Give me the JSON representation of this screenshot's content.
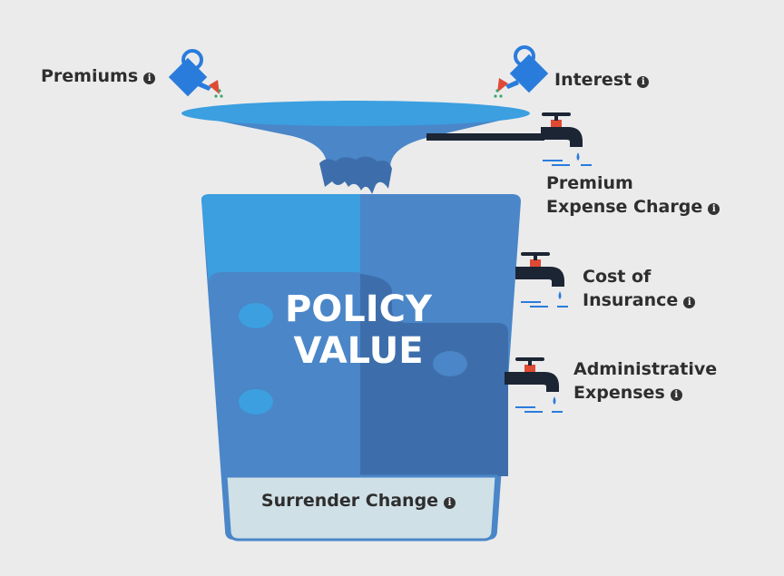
{
  "diagram": {
    "inflows": {
      "premiums": "Premiums",
      "interest": "Interest"
    },
    "center": {
      "line1": "POLICY",
      "line2": "VALUE"
    },
    "outflows": {
      "premium_expense_line1": "Premium",
      "premium_expense_line2": "Expense Charge",
      "cost_of_insurance_line1": "Cost of",
      "cost_of_insurance_line2": "Insurance",
      "administrative_line1": "Administrative",
      "administrative_line2": "Expenses"
    },
    "bottom": {
      "surrender": "Surrender Change"
    },
    "info_glyph": "i",
    "colors": {
      "background": "#ebebec",
      "water_light": "#3b9fe0",
      "water_mid": "#4a86c8",
      "water_dark": "#3d6eab",
      "tap": "#1c2533",
      "tap_handle": "#e04a35",
      "can": "#2a7cdc",
      "sediment": "#cfe0e6"
    }
  }
}
